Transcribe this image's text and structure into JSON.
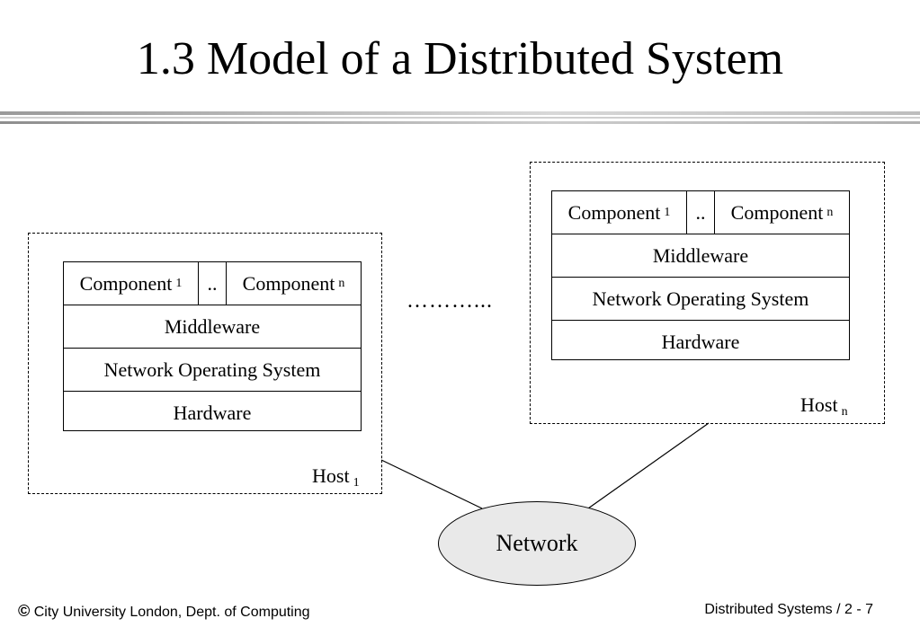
{
  "title": "1.3 Model of a Distributed System",
  "hosts": [
    {
      "component_first": "Component",
      "component_first_sub": "1",
      "separator": "..",
      "component_last": "Component",
      "component_last_sub": "n",
      "layers": [
        "Middleware",
        "Network Operating System",
        "Hardware"
      ],
      "label": "Host",
      "label_sub": "1"
    },
    {
      "component_first": "Component",
      "component_first_sub": "1",
      "separator": "..",
      "component_last": "Component",
      "component_last_sub": "n",
      "layers": [
        "Middleware",
        "Network Operating System",
        "Hardware"
      ],
      "label": "Host",
      "label_sub": "n"
    }
  ],
  "ellipsis": "………...",
  "network_label": "Network",
  "footer": {
    "copyright_symbol": "©",
    "left": "City University London, Dept. of Computing",
    "right": "Distributed Systems / 2 - 7"
  }
}
